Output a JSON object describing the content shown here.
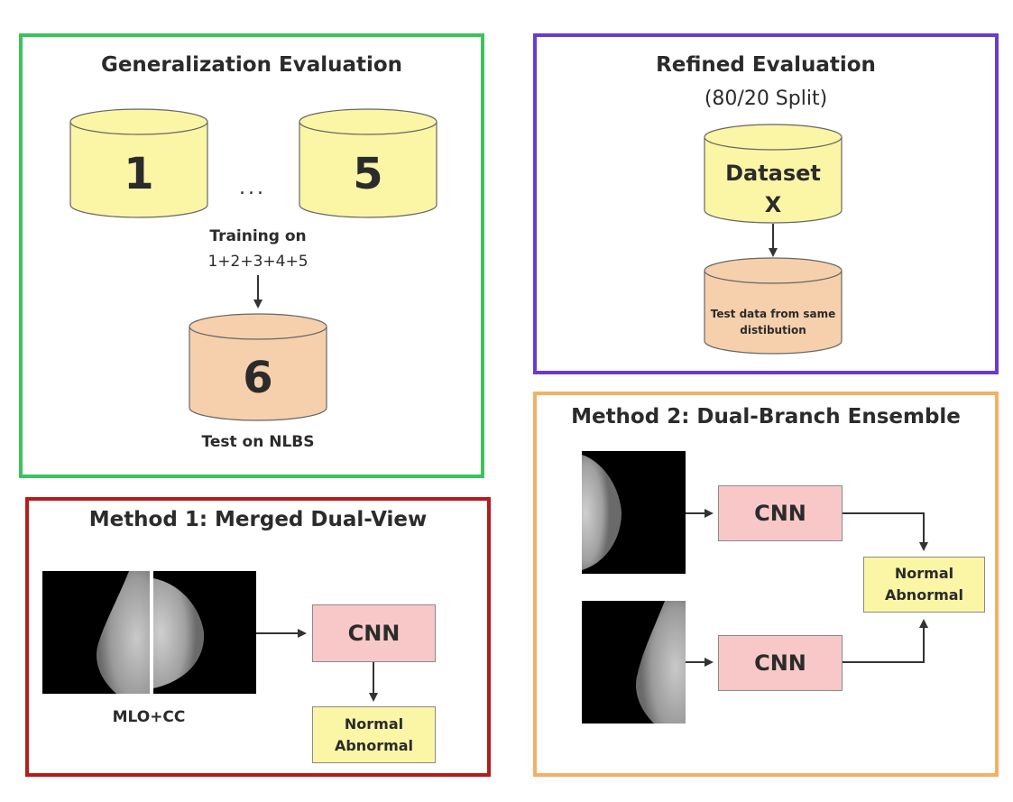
{
  "colors": {
    "green_border": "#3cc35a",
    "purple_border": "#6a3ad0",
    "red_border": "#b51c1c",
    "orange_border": "#f4b063",
    "yellow_cylinder": "#fbf5a6",
    "orange_cylinder": "#f6d0ac",
    "cnn_fill": "#f8c8c8",
    "output_fill": "#fbf5a6"
  },
  "generalization": {
    "title": "Generalization Evaluation",
    "dataset_a": "1",
    "dataset_b": "5",
    "ellipsis": "...",
    "training_label": "Training on",
    "training_sets": "1+2+3+4+5",
    "test_dataset": "6",
    "test_label": "Test on NLBS"
  },
  "refined": {
    "title": "Refined Evaluation",
    "subtitle": "(80/20 Split)",
    "dataset_line1": "Dataset",
    "dataset_line2": "X",
    "test_line1": "Test data from same",
    "test_line2": "distibution"
  },
  "method1": {
    "title": "Method 1: Merged Dual-View",
    "image_caption": "MLO+CC",
    "cnn": "CNN",
    "output_line1": "Normal",
    "output_line2": "Abnormal"
  },
  "method2": {
    "title": "Method 2: Dual-Branch Ensemble",
    "cnn_top": "CNN",
    "cnn_bottom": "CNN",
    "output_line1": "Normal",
    "output_line2": "Abnormal"
  }
}
